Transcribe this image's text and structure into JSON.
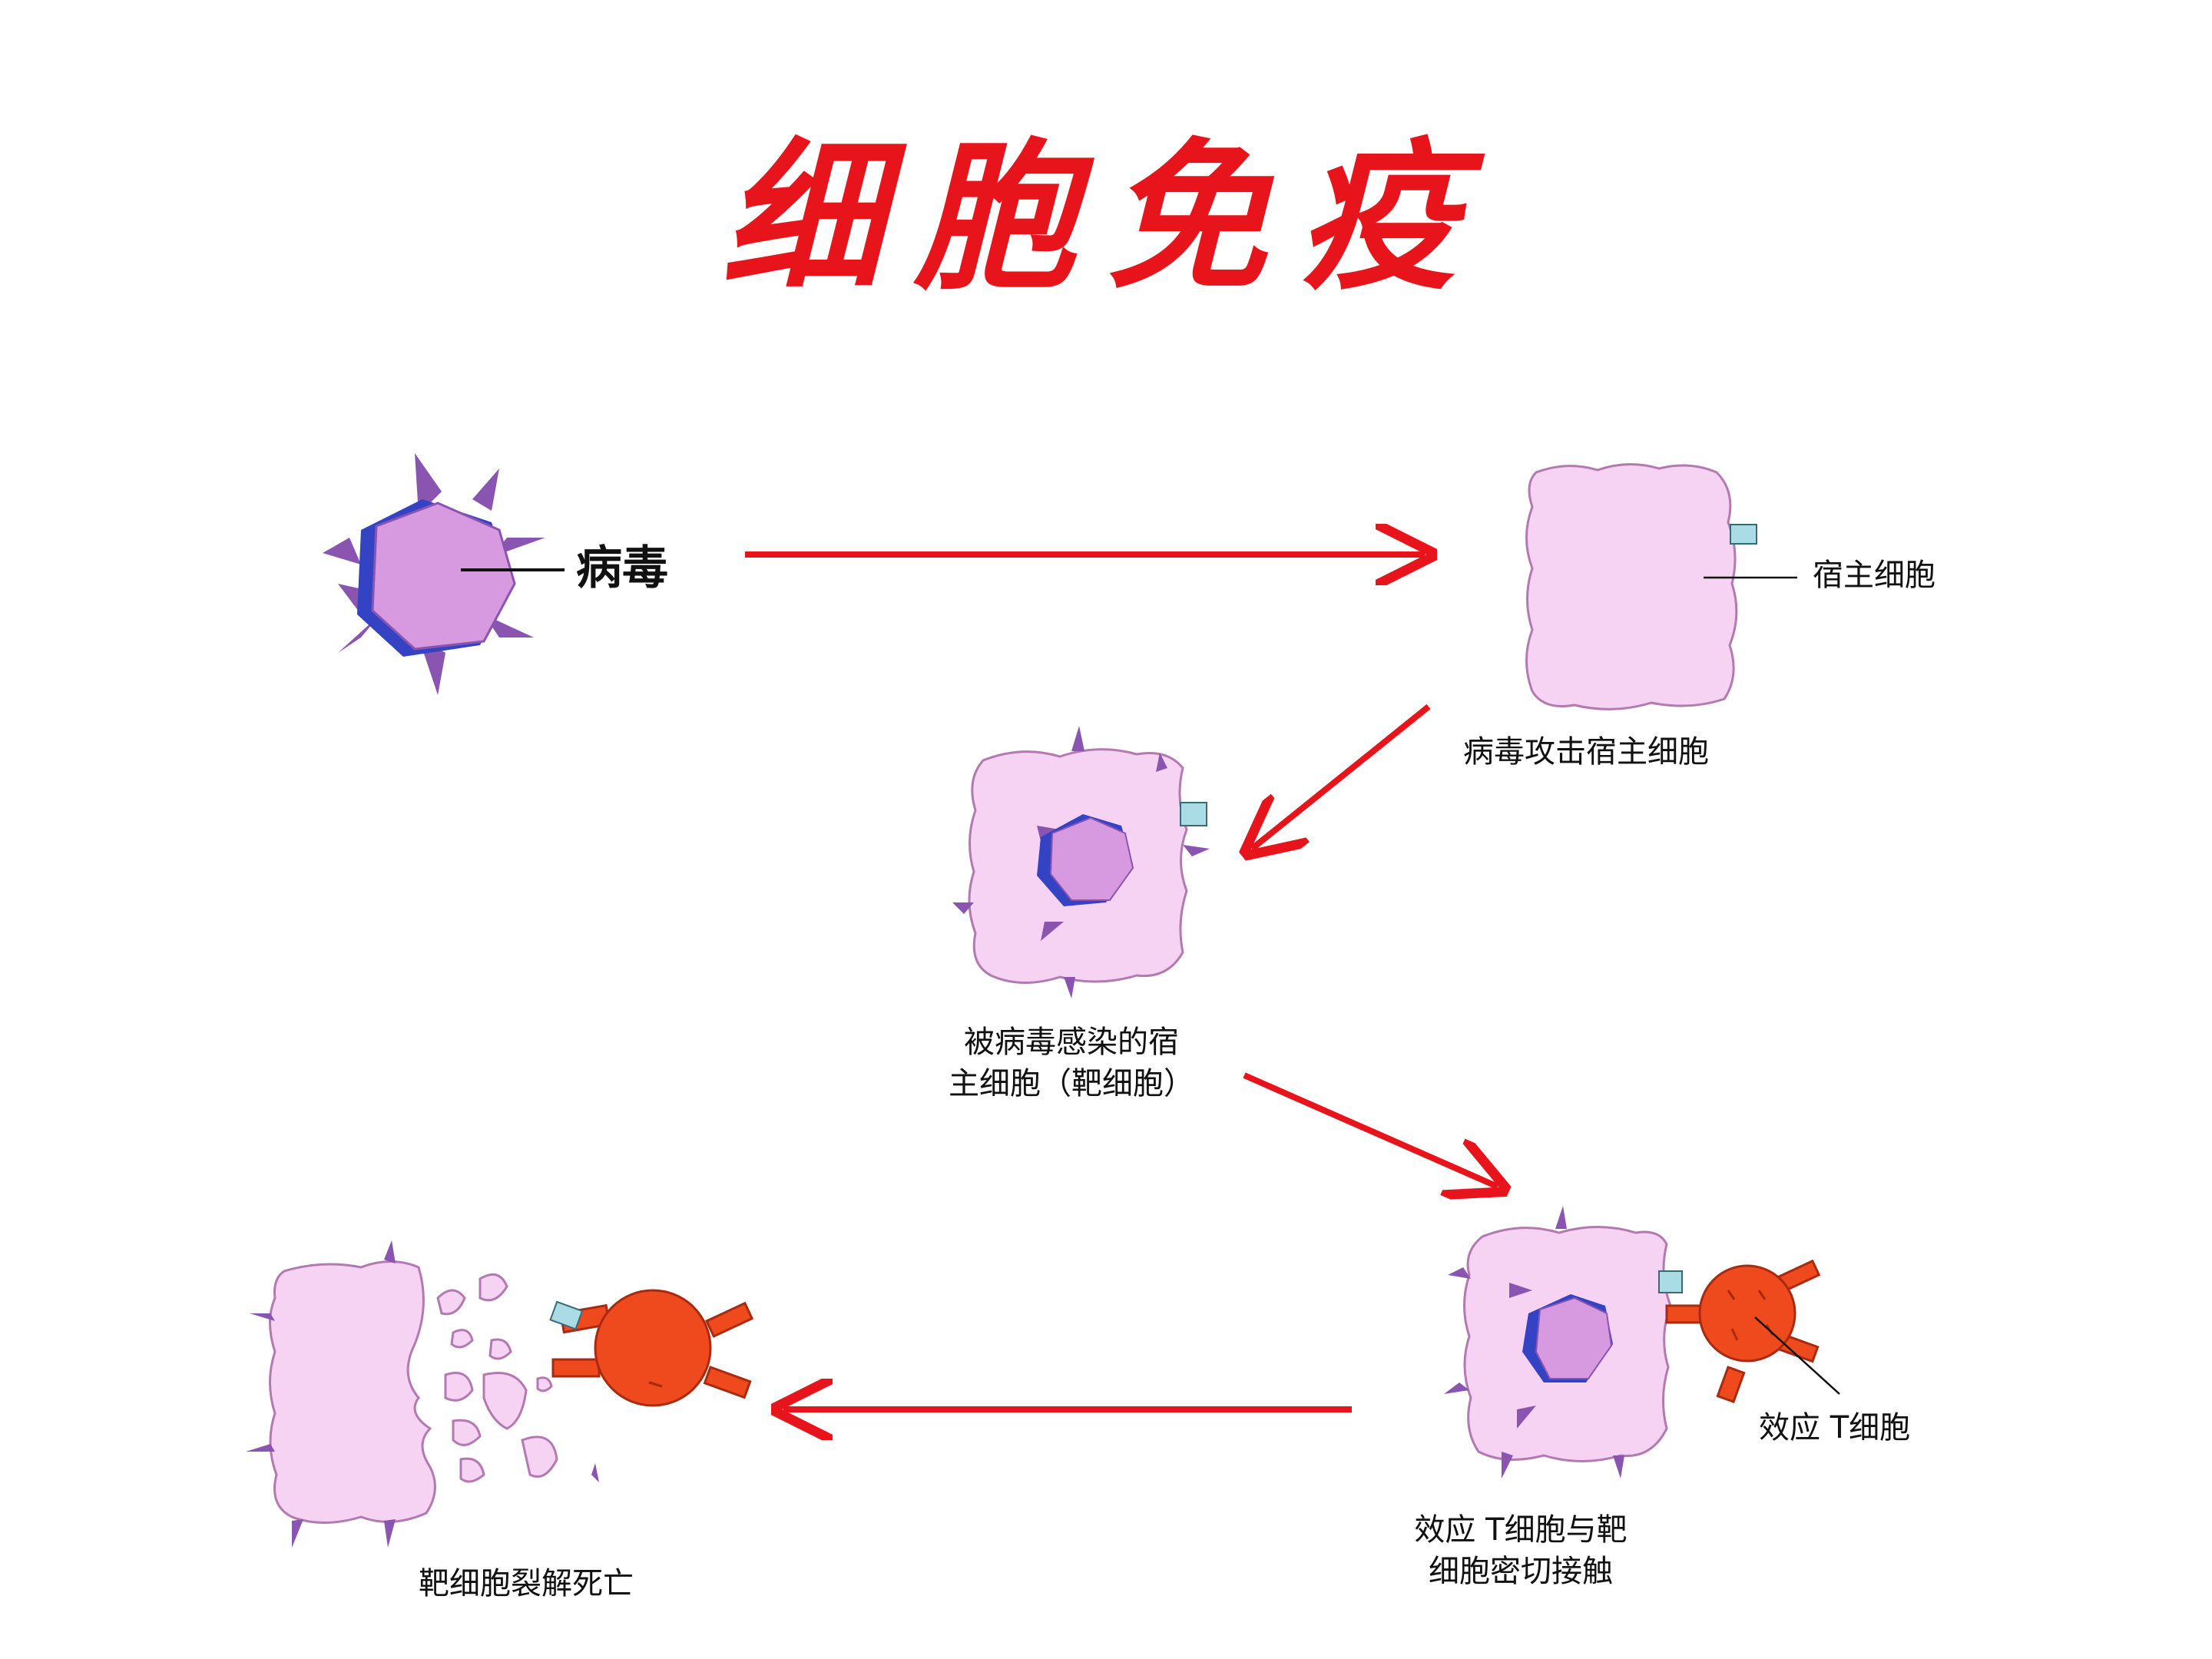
{
  "title": "细胞免疫",
  "labels": {
    "virus": "病毒",
    "host_cell": "宿主细胞",
    "virus_attacks": "病毒攻击宿主细胞",
    "infected_line1": "被病毒感染的宿",
    "infected_line2": "主细胞（靶细胞）",
    "effector_t": "效应 T细胞",
    "contact_line1": "效应 T细胞与靶",
    "contact_line2": "细胞密切接触",
    "lysis": "靶细胞裂解死亡"
  },
  "colors": {
    "arrow": "#e8141c",
    "cell_fill": "#f6d3f3",
    "cell_outline": "#b27ab0",
    "virus_fill": "#d79ae0",
    "virus_edge": "#3442c4",
    "spike": "#8a55b0",
    "t_cell": "#ee4a1d",
    "receptor": "#a9dce4"
  }
}
